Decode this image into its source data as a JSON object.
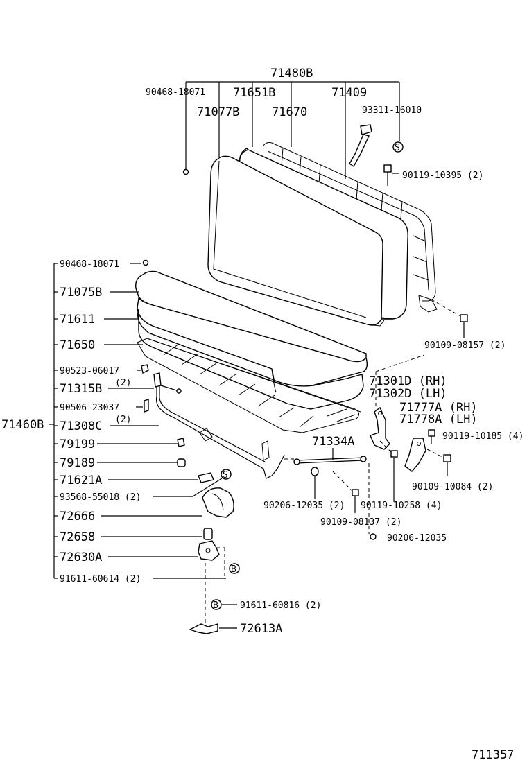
{
  "diagram_code": "711357",
  "callouts": {
    "assembly_backrest": "71480B",
    "screw_top": "90468-18071",
    "pad_back": "71651B",
    "frame_back": "71409",
    "cover_back": "71077B",
    "pad_back_inner": "71670",
    "nut_hook": "93311-16010",
    "bolt_hook": "90119-10395 (2)",
    "bolt_frame": "90109-08157 (2)",
    "assembly_seat": "71460B",
    "screw_cushion": "90468-18071",
    "cover_cushion": "71075B",
    "pad_cushion": "71611",
    "frame_cushion": "71650",
    "clip_90523": "90523-06017",
    "wire_71315B": "71315B",
    "wire_71315B_qty": "(2)",
    "pin_90506": "90506-23037",
    "rod_71308C": "71308C",
    "rod_71308C_qty": "(2)",
    "clip_79199": "79199",
    "cap_79189": "79189",
    "plate_71621A": "71621A",
    "screw_93568": "93568-55018 (2)",
    "cover_72666": "72666",
    "knob_72658": "72658",
    "base_72630A": "72630A",
    "bolt_91611_60614": "91611-60614 (2)",
    "bolt_91611_60816": "91611-60816 (2)",
    "bracket_72613A": "72613A",
    "hinge_rh": "71301D (RH)",
    "hinge_lh": "71302D (LH)",
    "plate_rh": "71777A (RH)",
    "plate_lh": "71778A (LH)",
    "bolt_90119_10185": "90119-10185 (4)",
    "bolt_90109_10084": "90109-10084 (2)",
    "rod_71334A": "71334A",
    "washer_90206_a": "90206-12035 (2)",
    "bolt_90119_10258": "90119-10258 (4)",
    "bolt_90109_08137": "90109-08137 (2)",
    "washer_90206_b": "90206-12035",
    "symbol_s": "S",
    "symbol_b": "B"
  }
}
